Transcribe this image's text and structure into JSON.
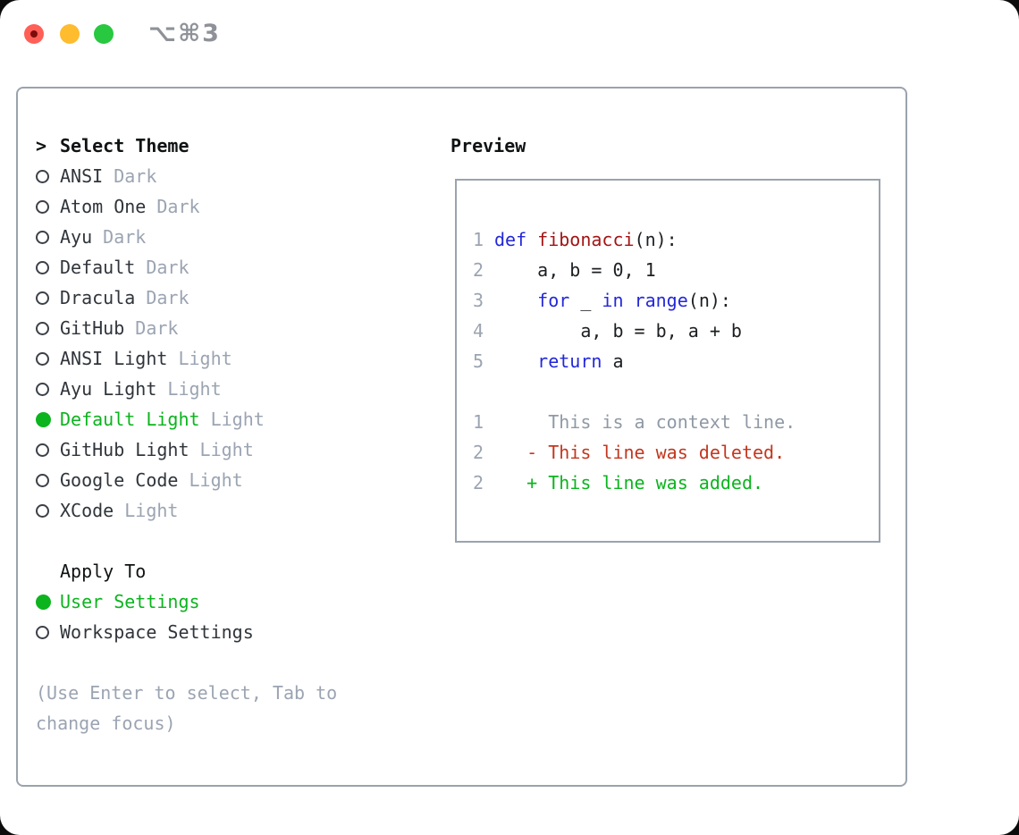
{
  "window": {
    "title": "⌥⌘3",
    "traffic_lights": [
      {
        "name": "close",
        "color": "#ff5f57",
        "has_inner_dot": true,
        "dot_color": "#7d0d0d"
      },
      {
        "name": "minimize",
        "color": "#febc2e"
      },
      {
        "name": "zoom",
        "color": "#28c840"
      }
    ]
  },
  "colors": {
    "accent_green": "#0cb41e",
    "keyword_blue": "#2328d9",
    "function_red": "#a31515",
    "deleted_red": "#c2371f",
    "added_green": "#0cb41e",
    "muted_gray": "#9ba4b2",
    "text_dark": "#30353b",
    "border_gray": "#9aa3ae",
    "title_gray": "#8e9298"
  },
  "theme_list": {
    "header_prefix": ">",
    "header": "Select Theme",
    "items": [
      {
        "name": "ANSI",
        "variant": "Dark",
        "selected": false
      },
      {
        "name": "Atom One",
        "variant": "Dark",
        "selected": false
      },
      {
        "name": "Ayu",
        "variant": "Dark",
        "selected": false
      },
      {
        "name": "Default",
        "variant": "Dark",
        "selected": false
      },
      {
        "name": "Dracula",
        "variant": "Dark",
        "selected": false
      },
      {
        "name": "GitHub",
        "variant": "Dark",
        "selected": false
      },
      {
        "name": "ANSI Light",
        "variant": "Light",
        "selected": false
      },
      {
        "name": "Ayu Light",
        "variant": "Light",
        "selected": false
      },
      {
        "name": "Default Light",
        "variant": "Light",
        "selected": true
      },
      {
        "name": "GitHub Light",
        "variant": "Light",
        "selected": false
      },
      {
        "name": "Google Code",
        "variant": "Light",
        "selected": false
      },
      {
        "name": "XCode",
        "variant": "Light",
        "selected": false
      }
    ]
  },
  "apply_to": {
    "header": "Apply To",
    "options": [
      {
        "label": "User Settings",
        "selected": true
      },
      {
        "label": "Workspace Settings",
        "selected": false
      }
    ]
  },
  "help": {
    "lines": [
      "(Use Enter to select, Tab to",
      "change focus)"
    ]
  },
  "preview": {
    "header": "Preview",
    "lines": [
      {
        "num": "1",
        "tokens": [
          {
            "text": "def",
            "cls": "keyword"
          },
          {
            "text": " ",
            "cls": "plain"
          },
          {
            "text": "fibonacci",
            "cls": "function"
          },
          {
            "text": "(n):",
            "cls": "plain"
          }
        ]
      },
      {
        "num": "2",
        "tokens": [
          {
            "text": "    a, b = 0, 1",
            "cls": "plain"
          }
        ]
      },
      {
        "num": "3",
        "tokens": [
          {
            "text": "    ",
            "cls": "plain"
          },
          {
            "text": "for",
            "cls": "keyword"
          },
          {
            "text": " _ ",
            "cls": "plain"
          },
          {
            "text": "in",
            "cls": "keyword"
          },
          {
            "text": " ",
            "cls": "plain"
          },
          {
            "text": "range",
            "cls": "keyword"
          },
          {
            "text": "(n):",
            "cls": "plain"
          }
        ]
      },
      {
        "num": "4",
        "tokens": [
          {
            "text": "        a, b = b, a + b",
            "cls": "plain"
          }
        ]
      },
      {
        "num": "5",
        "tokens": [
          {
            "text": "    ",
            "cls": "plain"
          },
          {
            "text": "return",
            "cls": "keyword"
          },
          {
            "text": " a",
            "cls": "plain"
          }
        ]
      },
      {
        "num": "",
        "tokens": []
      },
      {
        "num": "1",
        "tokens": [
          {
            "text": "     This is a context line.",
            "cls": "context"
          }
        ]
      },
      {
        "num": "2",
        "tokens": [
          {
            "text": "   - This line was deleted.",
            "cls": "deleted"
          }
        ]
      },
      {
        "num": "2",
        "tokens": [
          {
            "text": "   + This line was added.",
            "cls": "added"
          }
        ]
      }
    ]
  }
}
